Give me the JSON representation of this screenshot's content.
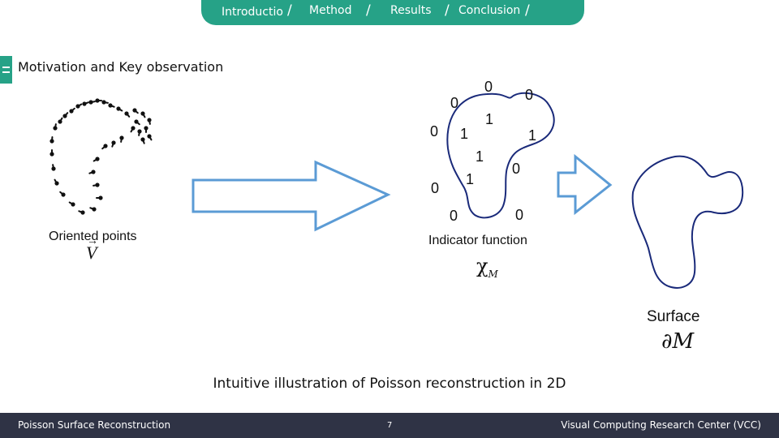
{
  "nav": {
    "items": [
      "Introductio\nn",
      "Method",
      "Results",
      "Conclusion"
    ]
  },
  "title": "Motivation and Key observation",
  "figure": {
    "oriented_label": "Oriented points",
    "oriented_symbol": "V",
    "indicator_label": "Indicator function",
    "indicator_symbol": "χ",
    "indicator_subscript": "M",
    "indicator_values": [
      "0",
      "0",
      "0",
      "1",
      "1",
      "0",
      "1",
      "1",
      "0",
      "0",
      "1",
      "0",
      "0"
    ],
    "surface_label": "Surface",
    "surface_symbol": "∂M"
  },
  "caption": "Intuitive illustration of Poisson reconstruction in 2D",
  "footer": {
    "left": "Poisson Surface Reconstruction",
    "page": "7",
    "right": "Visual Computing Research Center (VCC)"
  },
  "colors": {
    "accent": "#26a287",
    "footer_bg": "#2f3345",
    "arrow": "#5b9bd5",
    "curve": "#1a2a7a"
  }
}
